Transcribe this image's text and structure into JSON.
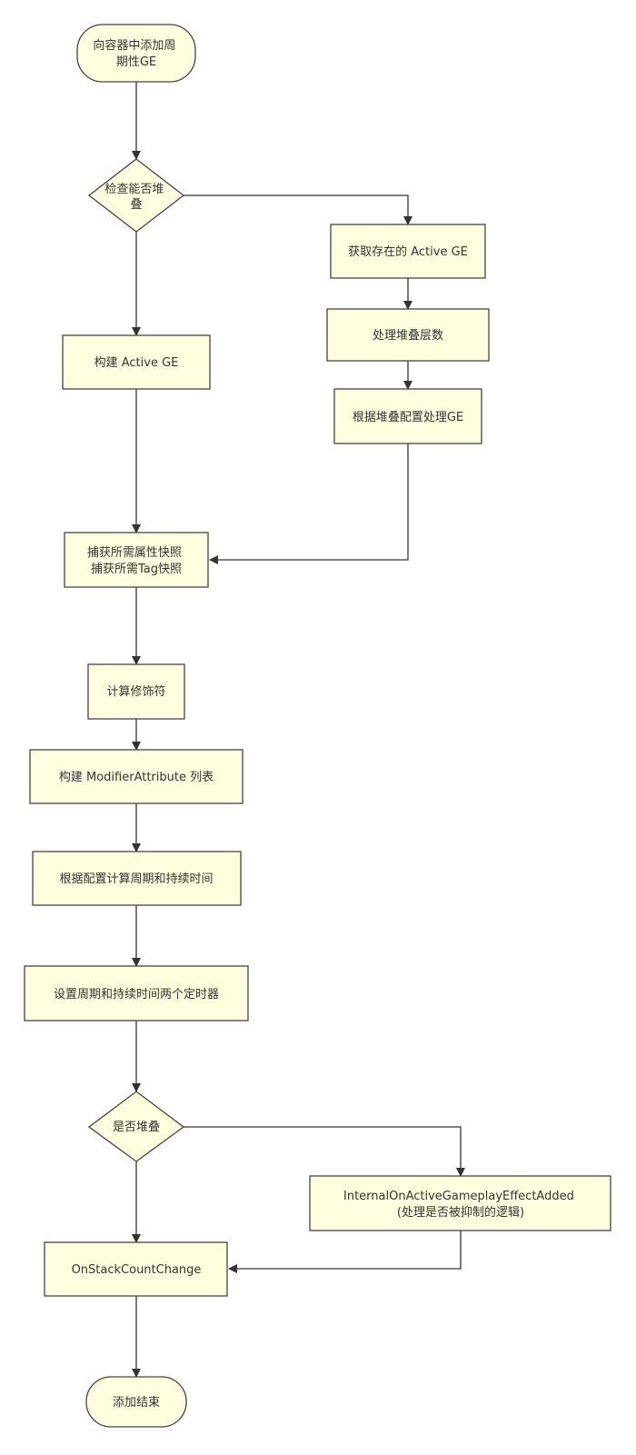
{
  "diagram": {
    "colors": {
      "fill": "#ffffe0",
      "stroke": "#444444",
      "text": "#333333",
      "connector": "#333333"
    },
    "nodes": {
      "start": [
        "向容器中添加周",
        "期性GE"
      ],
      "check_stack": [
        "检查能否堆",
        "叠"
      ],
      "get_existing": [
        "获取存在的 Active GE"
      ],
      "handle_stack_layers": [
        "处理堆叠层数"
      ],
      "handle_ge_by_config": [
        "根据堆叠配置处理GE"
      ],
      "build_active": [
        "构建 Active GE"
      ],
      "capture_snapshots": [
        "捕获所需属性快照",
        "捕获所需Tag快照"
      ],
      "calc_modifiers": [
        "计算修饰符"
      ],
      "build_modifier_list": [
        "构建 ModifierAttribute 列表"
      ],
      "calc_period_duration": [
        "根据配置计算周期和持续时间"
      ],
      "set_timers": [
        "设置周期和持续时间两个定时器"
      ],
      "is_stacked": [
        "是否堆叠"
      ],
      "internal_added": [
        "InternalOnActiveGameplayEffectAdded",
        "(处理是否被抑制的逻辑)"
      ],
      "on_stack_count_change": [
        "OnStackCountChange"
      ],
      "end": [
        "添加结束"
      ]
    }
  }
}
